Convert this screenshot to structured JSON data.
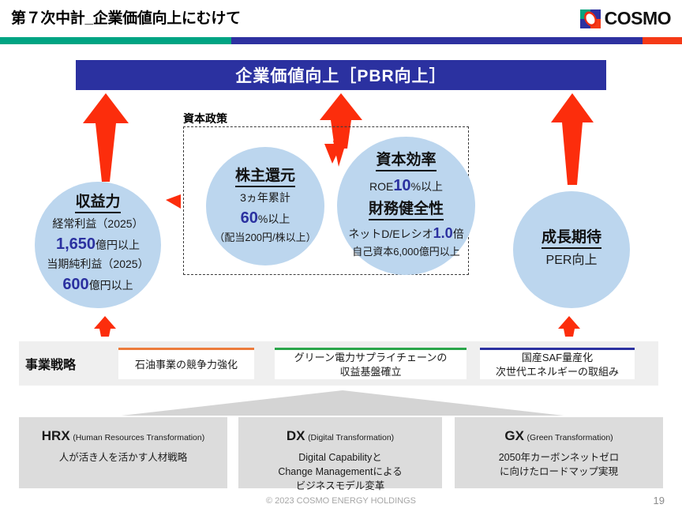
{
  "header": {
    "title": "第７次中計_企業価値向上にむけて",
    "logo_text": "COSMO",
    "logo_icon": "cosmo-logo-icon",
    "bar_colors": {
      "teal": "#00a483",
      "blue": "#2e31a0",
      "red": "#f53a17"
    }
  },
  "banner": {
    "text": "企業価値向上［PBR向上］",
    "color": "#2b31a0"
  },
  "capital_policy": {
    "label": "資本政策"
  },
  "circles": {
    "earnings": {
      "title": "収益力",
      "line1": "経常利益（2025）",
      "line2_value": "1,650",
      "line2_unit": "億円以上",
      "line3": "当期純利益（2025）",
      "line4_value": "600",
      "line4_unit": "億円以上"
    },
    "shareholder_return": {
      "title": "株主還元",
      "line1": "3ヵ年累計",
      "line2_value": "60",
      "line2_unit": "%以上",
      "line3": "（配当200円/株以上）"
    },
    "capital_efficiency": {
      "title1": "資本効率",
      "roe_prefix": "ROE",
      "roe_value": "10",
      "roe_suffix": "%以上",
      "title2": "財務健全性",
      "de_prefix": "ネットD/Eレシオ",
      "de_value": "1.0",
      "de_suffix": "倍",
      "equity_line": "自己資本6,000億円以上"
    },
    "growth": {
      "title": "成長期待",
      "line1": "PER向上"
    }
  },
  "business_strategy": {
    "label": "事業戦略",
    "cards": [
      {
        "text": "石油事業の競争力強化",
        "accent": "#ec7b3c"
      },
      {
        "text": "グリーン電力サプライチェーンの\n収益基盤確立",
        "accent": "#2aa54a"
      },
      {
        "text": "国産SAF量産化\n次世代エネルギーの取組み",
        "accent": "#2b31a0"
      }
    ]
  },
  "transformations": [
    {
      "abbr": "HRX",
      "full": "(Human Resources Transformation)",
      "body": "人が活き人を活かす人材戦略"
    },
    {
      "abbr": "DX",
      "full": "(Digital Transformation)",
      "body": "Digital Capabilityと\nChange Managementによる\nビジネスモデル変革"
    },
    {
      "abbr": "GX",
      "full": "(Green Transformation)",
      "body": "2050年カーボンネットゼロ\nに向けたロードマップ実現"
    }
  ],
  "footer": {
    "copyright": "© 2023 COSMO ENERGY HOLDINGS",
    "page_number": "19"
  }
}
